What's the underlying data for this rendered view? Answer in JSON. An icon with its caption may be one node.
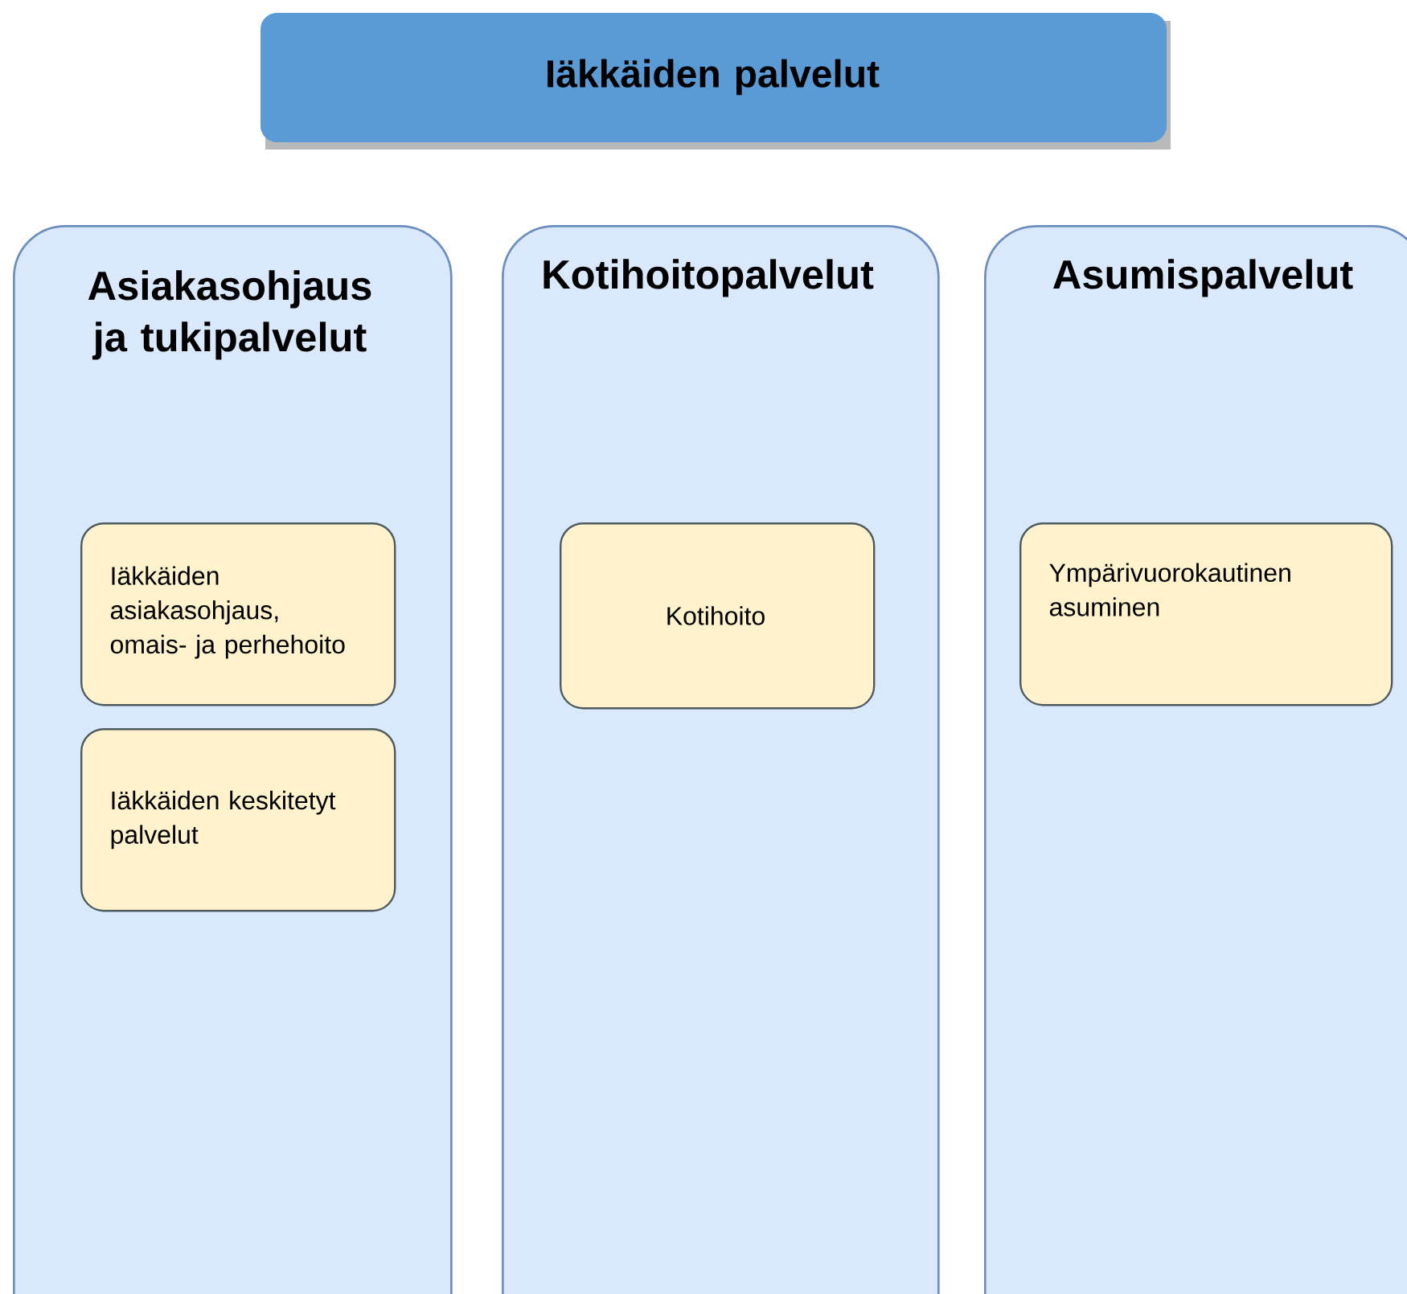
{
  "diagram": {
    "nodes": [
      {
        "text": [
          "Iäkkäiden palvelut"
        ]
      },
      {
        "text": [
          "Asiakasohjaus ja tukipalvelut"
        ]
      },
      {
        "text": [
          "Iäkkäiden asiakasohjaus, omais- ja perhehoito"
        ],
        "in": 1
      },
      {
        "text": [
          "Iäkkäiden keskitetyt palvelut"
        ],
        "in": 1
      },
      {
        "text": [
          "Kotihoitopalvelut"
        ]
      },
      {
        "text": [
          "Kotihoito"
        ],
        "in": 4
      },
      {
        "text": [
          "Asumispalvelut"
        ]
      },
      {
        "text": [
          "Ympärivuorokautinen asuminen"
        ],
        "in": 6
      }
    ]
  }
}
